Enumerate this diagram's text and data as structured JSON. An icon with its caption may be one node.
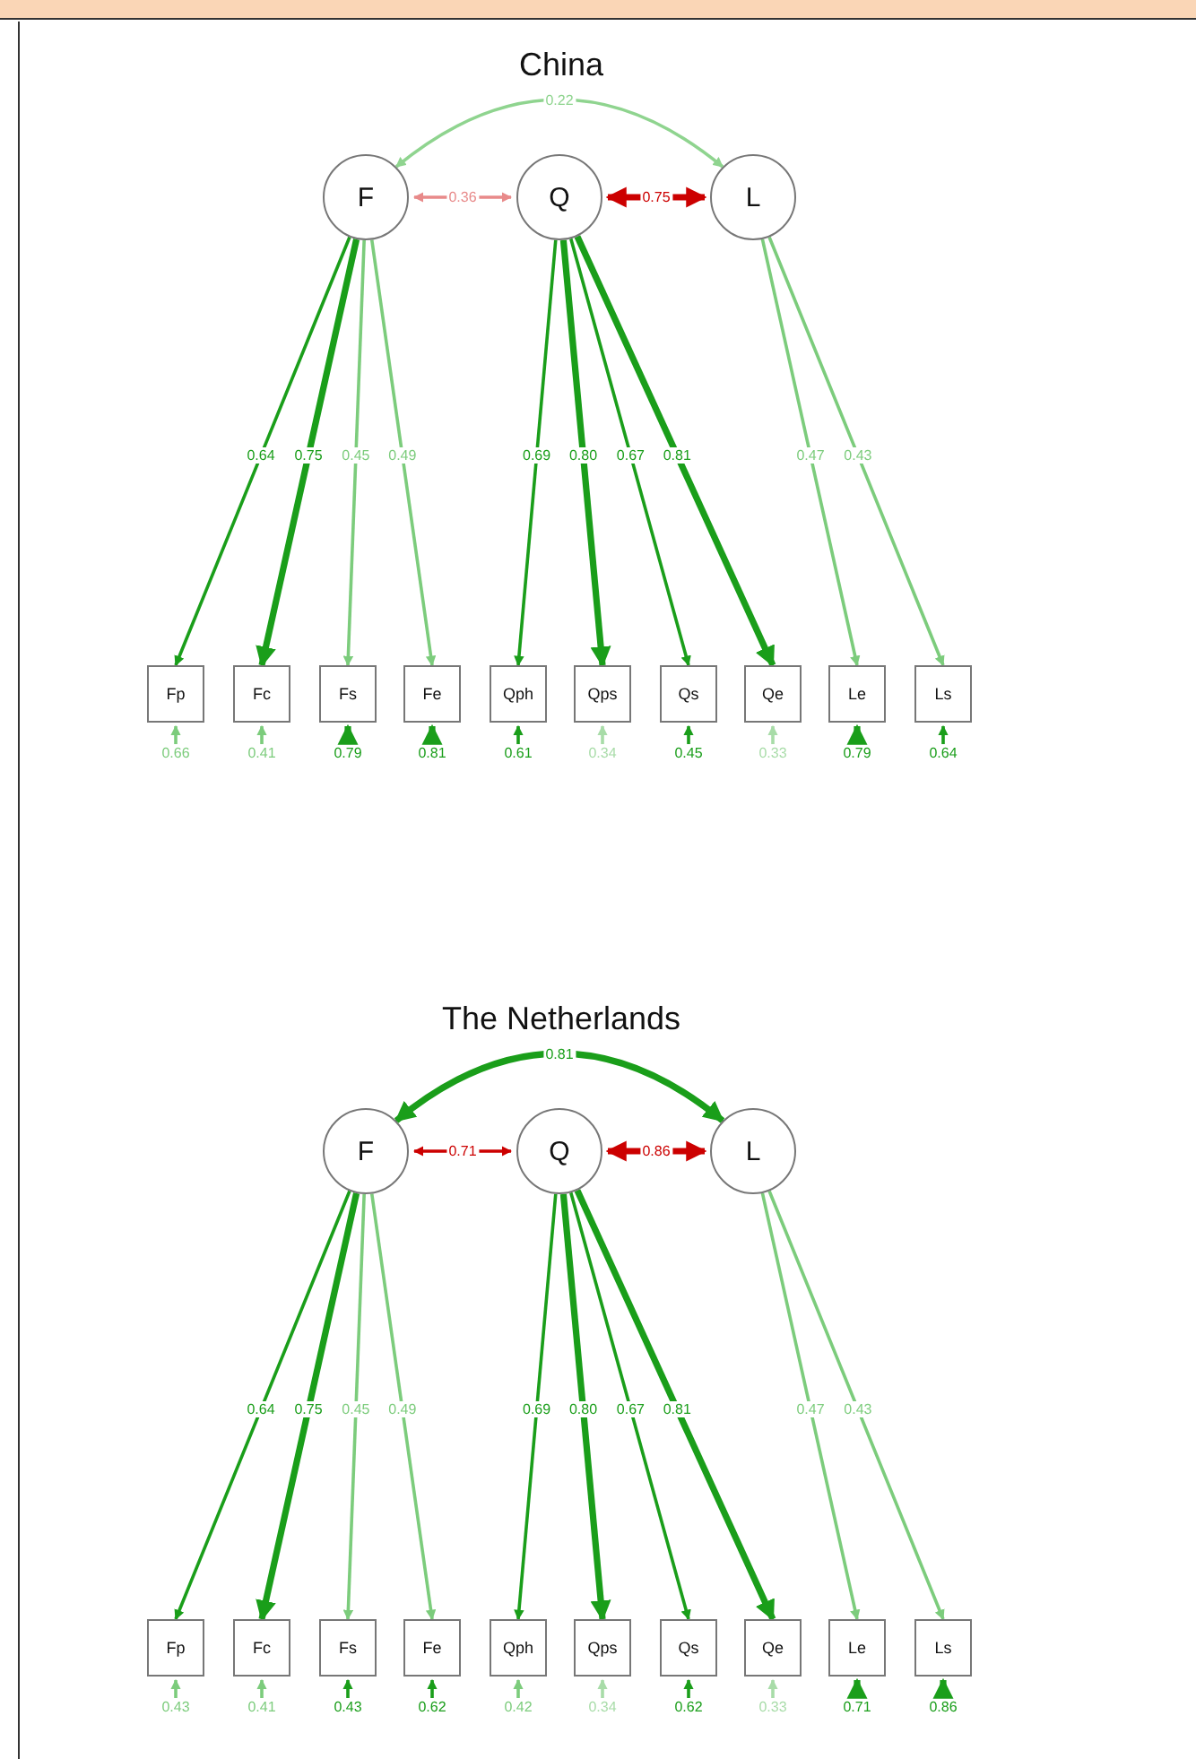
{
  "diagram": {
    "nodes": [
      {
        "text": [
          "F"
        ]
      },
      {
        "text": [
          "Q"
        ]
      },
      {
        "text": [
          "L"
        ]
      },
      {
        "text": [
          "Fp"
        ]
      },
      {
        "text": [
          "Fc"
        ]
      },
      {
        "text": [
          "Fs"
        ]
      },
      {
        "text": [
          "Fe"
        ]
      },
      {
        "text": [
          "Qph"
        ]
      },
      {
        "text": [
          "Qps"
        ]
      },
      {
        "text": [
          "Qs"
        ]
      },
      {
        "text": [
          "Qe"
        ]
      },
      {
        "text": [
          "Le"
        ]
      },
      {
        "text": [
          "Ls"
        ]
      },
      {
        "text": [
          "F"
        ]
      },
      {
        "text": [
          "Q"
        ]
      },
      {
        "text": [
          "L"
        ]
      },
      {
        "text": [
          "Fp"
        ]
      },
      {
        "text": [
          "Fc"
        ]
      },
      {
        "text": [
          "Fs"
        ]
      },
      {
        "text": [
          "Fe"
        ]
      },
      {
        "text": [
          "Qph"
        ]
      },
      {
        "text": [
          "Qps"
        ]
      },
      {
        "text": [
          "Qs"
        ]
      },
      {
        "text": [
          "Qe"
        ]
      },
      {
        "text": [
          "Le"
        ]
      },
      {
        "text": [
          "Ls"
        ]
      }
    ],
    "edges": [
      {
        "from": 0,
        "to": 2,
        "arrow": "both",
        "label": "0.22",
        "color": "#8fd48f"
      },
      {
        "from": 0,
        "to": 1,
        "arrow": "both",
        "label": "0.36",
        "color": "#e88a8a"
      },
      {
        "from": 1,
        "to": 2,
        "arrow": "both",
        "label": "0.75",
        "color": "#cc0000",
        "style": "thick"
      },
      {
        "from": 0,
        "to": 3,
        "arrow": "to",
        "label": "0.64"
      },
      {
        "from": 0,
        "to": 4,
        "arrow": "to",
        "label": "0.75",
        "style": "thick"
      },
      {
        "from": 0,
        "to": 5,
        "arrow": "to",
        "label": "0.45",
        "color": "#7ccc7c"
      },
      {
        "from": 0,
        "to": 6,
        "arrow": "to",
        "label": "0.49",
        "color": "#7ccc7c"
      },
      {
        "from": 1,
        "to": 7,
        "arrow": "to",
        "label": "0.69"
      },
      {
        "from": 1,
        "to": 8,
        "arrow": "to",
        "label": "0.80",
        "style": "thick"
      },
      {
        "from": 1,
        "to": 9,
        "arrow": "to",
        "label": "0.67"
      },
      {
        "from": 1,
        "to": 10,
        "arrow": "to",
        "label": "0.81",
        "style": "thick"
      },
      {
        "from": 2,
        "to": 11,
        "arrow": "to",
        "label": "0.47",
        "color": "#7ccc7c"
      },
      {
        "from": 2,
        "to": 12,
        "arrow": "to",
        "label": "0.43",
        "color": "#7ccc7c"
      },
      {
        "from": null,
        "to": 3,
        "arrow": "to",
        "label": "0.66",
        "color": "#7ccc7c"
      },
      {
        "from": null,
        "to": 4,
        "arrow": "to",
        "label": "0.41",
        "color": "#7ccc7c"
      },
      {
        "from": null,
        "to": 5,
        "arrow": "to",
        "label": "0.79",
        "style": "thick"
      },
      {
        "from": null,
        "to": 6,
        "arrow": "to",
        "label": "0.81",
        "style": "thick"
      },
      {
        "from": null,
        "to": 7,
        "arrow": "to",
        "label": "0.61"
      },
      {
        "from": null,
        "to": 8,
        "arrow": "to",
        "label": "0.34",
        "color": "#a8dca8"
      },
      {
        "from": null,
        "to": 9,
        "arrow": "to",
        "label": "0.45"
      },
      {
        "from": null,
        "to": 10,
        "arrow": "to",
        "label": "0.33",
        "color": "#a8dca8"
      },
      {
        "from": null,
        "to": 11,
        "arrow": "to",
        "label": "0.79",
        "style": "thick"
      },
      {
        "from": null,
        "to": 12,
        "arrow": "to",
        "label": "0.64"
      },
      {
        "from": 13,
        "to": 15,
        "arrow": "both",
        "label": "0.81",
        "style": "thick"
      },
      {
        "from": 13,
        "to": 14,
        "arrow": "both",
        "label": "0.71",
        "color": "#cc0000"
      },
      {
        "from": 14,
        "to": 15,
        "arrow": "both",
        "label": "0.86",
        "color": "#cc0000",
        "style": "thick"
      },
      {
        "from": 13,
        "to": 16,
        "arrow": "to",
        "label": "0.64"
      },
      {
        "from": 13,
        "to": 17,
        "arrow": "to",
        "label": "0.75",
        "style": "thick"
      },
      {
        "from": 13,
        "to": 18,
        "arrow": "to",
        "label": "0.45",
        "color": "#7ccc7c"
      },
      {
        "from": 13,
        "to": 19,
        "arrow": "to",
        "label": "0.49",
        "color": "#7ccc7c"
      },
      {
        "from": 14,
        "to": 20,
        "arrow": "to",
        "label": "0.69"
      },
      {
        "from": 14,
        "to": 21,
        "arrow": "to",
        "label": "0.80",
        "style": "thick"
      },
      {
        "from": 14,
        "to": 22,
        "arrow": "to",
        "label": "0.67"
      },
      {
        "from": 14,
        "to": 23,
        "arrow": "to",
        "label": "0.81",
        "style": "thick"
      },
      {
        "from": 15,
        "to": 24,
        "arrow": "to",
        "label": "0.47",
        "color": "#7ccc7c"
      },
      {
        "from": 15,
        "to": 25,
        "arrow": "to",
        "label": "0.43",
        "color": "#7ccc7c"
      },
      {
        "from": null,
        "to": 16,
        "arrow": "to",
        "label": "0.43",
        "color": "#7ccc7c"
      },
      {
        "from": null,
        "to": 17,
        "arrow": "to",
        "label": "0.41",
        "color": "#7ccc7c"
      },
      {
        "from": null,
        "to": 18,
        "arrow": "to",
        "label": "0.43"
      },
      {
        "from": null,
        "to": 19,
        "arrow": "to",
        "label": "0.62"
      },
      {
        "from": null,
        "to": 20,
        "arrow": "to",
        "label": "0.42",
        "color": "#7ccc7c"
      },
      {
        "from": null,
        "to": 21,
        "arrow": "to",
        "label": "0.34",
        "color": "#a8dca8"
      },
      {
        "from": null,
        "to": 22,
        "arrow": "to",
        "label": "0.62"
      },
      {
        "from": null,
        "to": 23,
        "arrow": "to",
        "label": "0.33",
        "color": "#a8dca8"
      },
      {
        "from": null,
        "to": 24,
        "arrow": "to",
        "label": "0.71",
        "style": "thick"
      },
      {
        "from": null,
        "to": 25,
        "arrow": "to",
        "label": "0.86",
        "style": "thick"
      }
    ],
    "labels": [
      "China",
      "The Netherlands"
    ]
  }
}
